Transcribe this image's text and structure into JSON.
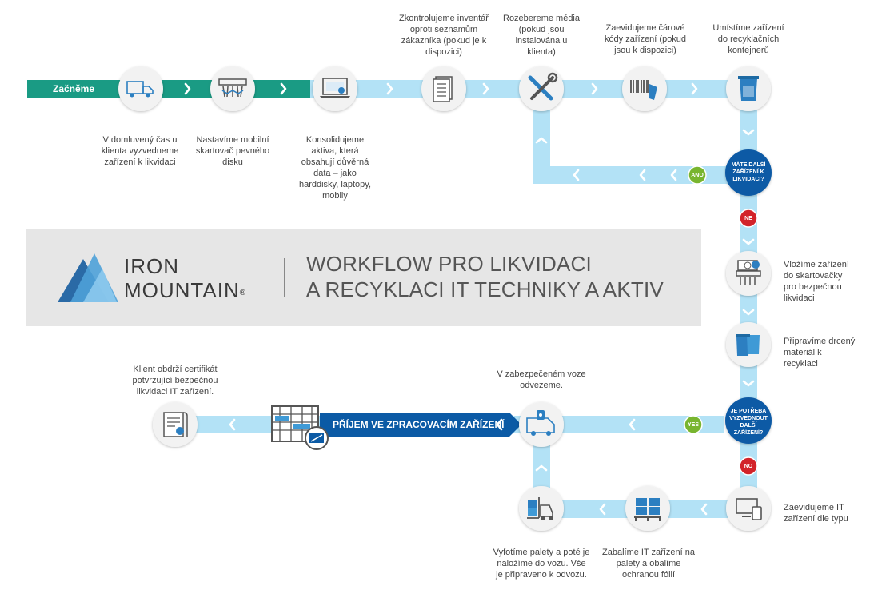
{
  "logo": {
    "line1": "IRON",
    "line2": "MOUNTAIN",
    "mark": "®"
  },
  "title": {
    "line1": "WORKFLOW PRO LIKVIDACI",
    "line2": "A RECYKLACI IT TECHNIKY A AKTIV"
  },
  "start_label": "Začněme",
  "receiving_label": "PŘÍJEM VE ZPRACOVACÍM ZAŘÍZENÍ",
  "steps": {
    "pickup": "V domluvený čas u klienta vyzvedneme zařízení k likvidaci",
    "shredder": "Nastavíme mobilní skartovač pevného disku",
    "consolidate": "Konsolidujeme aktiva, která obsahují důvěrná data – jako harddisky, laptopy, mobily",
    "inventory": "Zkontrolujeme inventář oproti seznamům zákazníka (pokud je k dispozici)",
    "disassemble": "Rozebereme média (pokud jsou instalována u klienta)",
    "barcode": "Zaevidujeme čárové kódy zařízení (pokud jsou k dispozici)",
    "containers": "Umístíme zařízení do recyklačních kontejnerů",
    "shred_secure": "Vložíme zařízení do skartovačky pro bezpečnou likvidaci",
    "prepare": "Připravíme drcený materiál k recyklaci",
    "by_type": "Zaevidujeme IT zařízení dle typu",
    "pallets": "Zabalíme IT zařízení na palety a obalíme ochranou fólií",
    "photo": "Vyfotíme palety a poté je naložíme do vozu. Vše je připraveno k odvozu.",
    "truck": "V zabezpečeném voze odvezeme.",
    "certificate": "Klient obdrží certifikát potvrzující bezpečnou likvidaci IT zařízení."
  },
  "decisions": {
    "more_devices": "MÁTE DALŠÍ ZAŘÍZENÍ K LIKVIDACI?",
    "more_pickup": "JE POTŘEBA VYZVEDNOUT DALŠÍ ZAŘÍZENÍ?"
  },
  "badges": {
    "ano": "ANO",
    "ne": "NE",
    "yes": "YES",
    "no": "NO"
  },
  "colors": {
    "flow": "#b3e2f6",
    "teal": "#1a9b84",
    "navy": "#0b5aa5",
    "yes_green": "#78b52f",
    "no_red": "#d2232a",
    "logo_blue": "#3c8fc8"
  },
  "icons": [
    "truck-icon",
    "shredder-icon",
    "laptop-icon",
    "document-icon",
    "tools-icon",
    "barcode-icon",
    "bin-icon",
    "disk-shredder-icon",
    "bins-icon",
    "devices-icon",
    "pallet-icon",
    "forklift-icon",
    "van-icon",
    "certificate-icon",
    "building-icon"
  ]
}
